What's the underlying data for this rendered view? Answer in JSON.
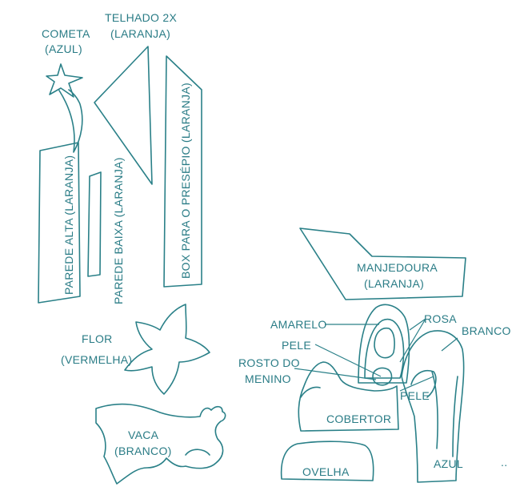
{
  "labels": {
    "cometa": "COMETA",
    "cometa_cor": "(AZUL)",
    "telhado": "TELHADO 2X",
    "telhado_cor": "(LARANJA)",
    "box_presepio": "BOX PARA O PRESÉPIO (LARANJA)",
    "parede_alta": "PAREDE ALTA (LARANJA)",
    "parede_baixa": "PAREDE BAIXA (LARANJA)",
    "manjedoura": "MANJEDOURA",
    "manjedoura_cor": "(LARANJA)",
    "flor": "FLOR",
    "flor_cor": "(VERMELHA)",
    "vaca": "VACA",
    "vaca_cor": "(BRANCO)",
    "amarelo": "AMARELO",
    "rosa": "ROSA",
    "branco": "BRANCO",
    "pele_maria": "PELE",
    "rosto_menino_1": "ROSTO DO",
    "rosto_menino_2": "MENINO",
    "pele_jose": "PELE",
    "cobertor": "COBERTOR",
    "ovelha": "OVELHA",
    "azul": "AZUL",
    "ellipsis": ".."
  },
  "colors": {
    "line": "#2a8088",
    "text": "#2a7c86",
    "background": "#ffffff"
  }
}
